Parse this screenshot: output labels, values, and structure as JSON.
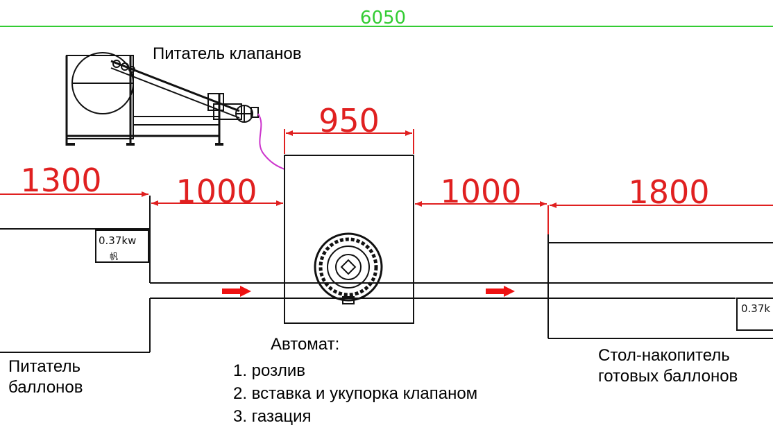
{
  "dimensions": {
    "overall": "6050",
    "automat_width": "950",
    "feeder_length": "1300",
    "left_gap": "1000",
    "right_gap": "1000",
    "table_length": "1800"
  },
  "motor_labels": {
    "left_power": "0.37kw",
    "left_sub": "帆",
    "right_power": "0.37k"
  },
  "labels": {
    "valve_feeder": "Питатель клапанов",
    "cylinder_feeder_line1": "Питатель",
    "cylinder_feeder_line2": "баллонов",
    "automat_title": "Автомат:",
    "automat_steps": [
      "1. розлив",
      "2. вставка и укупорка клапаном",
      "3. газация"
    ],
    "table_line1": "Стол-накопитель",
    "table_line2": "готовых баллонов"
  },
  "colors": {
    "overall_line": "#33cc33",
    "dimension": "#e02020",
    "hose": "#cc33cc",
    "flow_arrow": "#ee1111",
    "outline": "#111111"
  }
}
